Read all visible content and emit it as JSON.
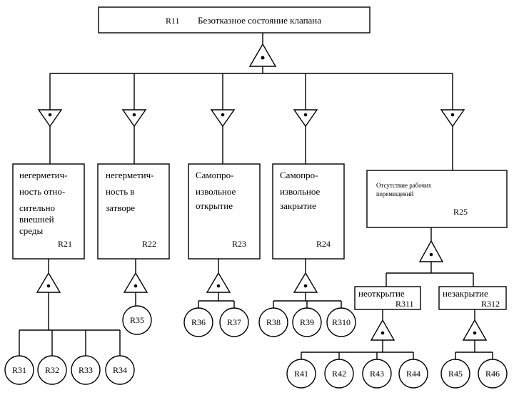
{
  "root": {
    "id": "R11",
    "label": "Безотказное состояние клапана"
  },
  "level2": [
    {
      "id": "R21",
      "lines": [
        "негерметич-",
        "ность отно-",
        "сительно",
        "внешней",
        "среды"
      ]
    },
    {
      "id": "R22",
      "lines": [
        "негерметич-",
        "ность в",
        "затворе"
      ]
    },
    {
      "id": "R23",
      "lines": [
        "Самопро-",
        "извольное",
        "открытие"
      ]
    },
    {
      "id": "R24",
      "lines": [
        "Самопро-",
        "извольное",
        "закрытие"
      ]
    },
    {
      "id": "R25",
      "lines": [
        "Отсутствие рабочих",
        "перемещений"
      ]
    }
  ],
  "level3": [
    {
      "id": "R311",
      "label": "неоткрытие"
    },
    {
      "id": "R312",
      "label": "незакрытие"
    }
  ],
  "circles": {
    "R21": [
      "R31",
      "R32",
      "R33",
      "R34"
    ],
    "R22": [
      "R35"
    ],
    "R23": [
      "R36",
      "R37"
    ],
    "R24": [
      "R38",
      "R39",
      "R310"
    ],
    "R311": [
      "R41",
      "R42",
      "R43",
      "R44"
    ],
    "R312": [
      "R45",
      "R46"
    ]
  }
}
